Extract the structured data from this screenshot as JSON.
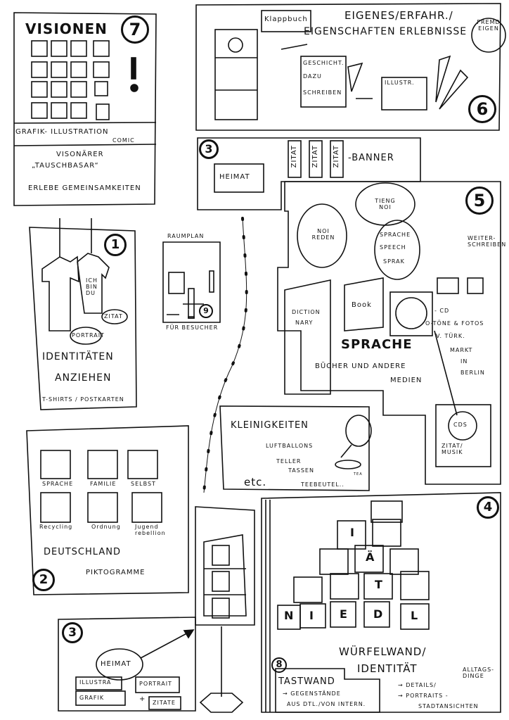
{
  "section7": {
    "number": "7",
    "title": "VISIONEN",
    "subtitle": "GRAFIK- ILLUSTRATION",
    "comic": "COMIC",
    "bazaar_line1": "VISONÄRER",
    "bazaar_line2": "„TAUSCHBASAR“",
    "motto": "ERLEBE GEMEINSAMKEITEN"
  },
  "section6": {
    "number": "6",
    "klappbuch": "Klappbuch",
    "header1": "EIGENES/ERFAHR./",
    "header2": "EIGENSCHAFTEN ERLEBNISSE",
    "fremd": "FREMD EIGEN",
    "story1": "GESCHICHT.",
    "story2": "DAZU",
    "story3": "SCHREIBEN",
    "illustr": "ILLUSTR."
  },
  "section3_top": {
    "number": "3",
    "heimat": "HEIMAT",
    "zitat": [
      "ZITAT",
      "ZITAT",
      "ZITAT"
    ],
    "banner": "-BANNER"
  },
  "section5": {
    "number": "5",
    "bubble1": "NOI REDEN",
    "bubble2": "TIENG NOI",
    "bubble3a": "SPRACHE",
    "bubble3b": "SPEECH",
    "bubble3c": "SPRAK",
    "weiter": "WEITER-SCHREIBEN",
    "dictionary1": "DICTION",
    "dictionary2": "NARY",
    "book": "Book",
    "cd": "- CD",
    "toene": "O-TÖNE & FOTOS",
    "turk": "V. TÜRK.",
    "markt": "MARKT",
    "in": "IN",
    "berlin": "BERLIN",
    "title": "SPRACHE",
    "books1": "BÜCHER und ANDERE",
    "books2": "MEDIEN",
    "cds": "CDS",
    "zitat_musik": "ZITAT/ MUSIK"
  },
  "section1": {
    "number": "1",
    "ich": "ICH BIN DU",
    "zitat": "ZITAT",
    "portrait": "PORTRAIT",
    "title1": "IDENTITÄTEN",
    "title2": "ANZIEHEN",
    "sub": "T-SHIRTS / POSTKARTEN"
  },
  "section9": {
    "number": "9",
    "title": "RAUMPLAN",
    "sub": "FÜR BESUCHER"
  },
  "kleinigkeiten": {
    "title": "KLEINIGKEITEN",
    "item1": "LUFTBALLONS",
    "item2": "TELLER",
    "item3": "TASSEN",
    "item4": "TEEBEUTEL..",
    "etc": "etc.",
    "tea": "TEA"
  },
  "section2": {
    "number": "2",
    "icons": [
      "SPRACHE",
      "FAMILIE",
      "SELBST",
      "Recycling",
      "Ordnung",
      "Jugend rebellion"
    ],
    "title1": "DEUTSCHLAND",
    "title2": "PIKTOGRAMME"
  },
  "section4": {
    "number": "4",
    "cubes": [
      "N",
      "I",
      "E",
      "D",
      "L",
      "T",
      "Ä",
      "I"
    ],
    "title1": "WÜRFELWAND/",
    "title2": "IDENTITÄT"
  },
  "section3_bottom": {
    "number": "3",
    "heimat": "HEIMAT",
    "illustra": "ILLUSTRA",
    "grafik": "GRAFIK",
    "portrait": "PORTRAIT",
    "plus": "+",
    "zitate": "ZITATE"
  },
  "section8": {
    "number": "8",
    "title": "TASTWAND",
    "line1": "→ GEGENSTÄNDE",
    "line2": "AUS DTL./VON INTERN.",
    "detail1": "→ DETAILS/",
    "alltag": "ALLTAGS- DINGE",
    "detail2": "→ PORTRAITS -",
    "detail3": "STADTANSICHTEN"
  }
}
